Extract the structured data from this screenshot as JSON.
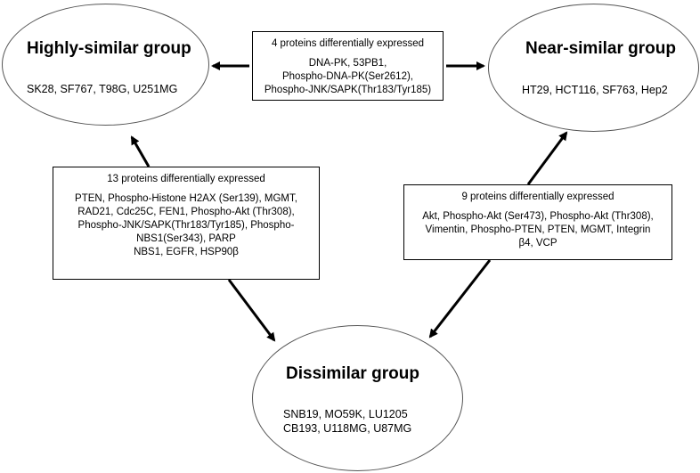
{
  "groups": {
    "highly_similar": {
      "title": "Highly-similar group",
      "members": "SK28, SF767, T98G, U251MG"
    },
    "near_similar": {
      "title": "Near-similar group",
      "members": "HT29, HCT116, SF763, Hep2"
    },
    "dissimilar": {
      "title": "Dissimilar group",
      "members": [
        "SNB19, MO59K, LU1205",
        "CB193, U118MG, U87MG"
      ]
    }
  },
  "comparisons": {
    "highly_vs_near": {
      "header": "4 proteins differentially expressed",
      "lines": [
        "DNA-PK, 53PB1,",
        "Phospho-DNA-PK(Ser2612),",
        "Phospho-JNK/SAPK(Thr183/Tyr185)"
      ]
    },
    "highly_vs_dissimilar": {
      "header": "13 proteins differentially expressed",
      "lines": [
        "PTEN, Phospho-Histone H2AX (Ser139), MGMT,",
        "RAD21, Cdc25C, FEN1, Phospho-Akt (Thr308),",
        "Phospho-JNK/SAPK(Thr183/Tyr185), Phospho-",
        "NBS1(Ser343), PARP",
        "NBS1, EGFR, HSP90β"
      ]
    },
    "near_vs_dissimilar": {
      "header": "9 proteins differentially expressed",
      "lines": [
        "Akt, Phospho-Akt (Ser473), Phospho-Akt (Thr308),",
        "Vimentin, Phospho-PTEN, PTEN, MGMT, Integrin",
        "β4, VCP"
      ]
    }
  },
  "colors": {
    "arrow": "#000000",
    "ellipse_border": "#555555",
    "box_border": "#000000"
  }
}
